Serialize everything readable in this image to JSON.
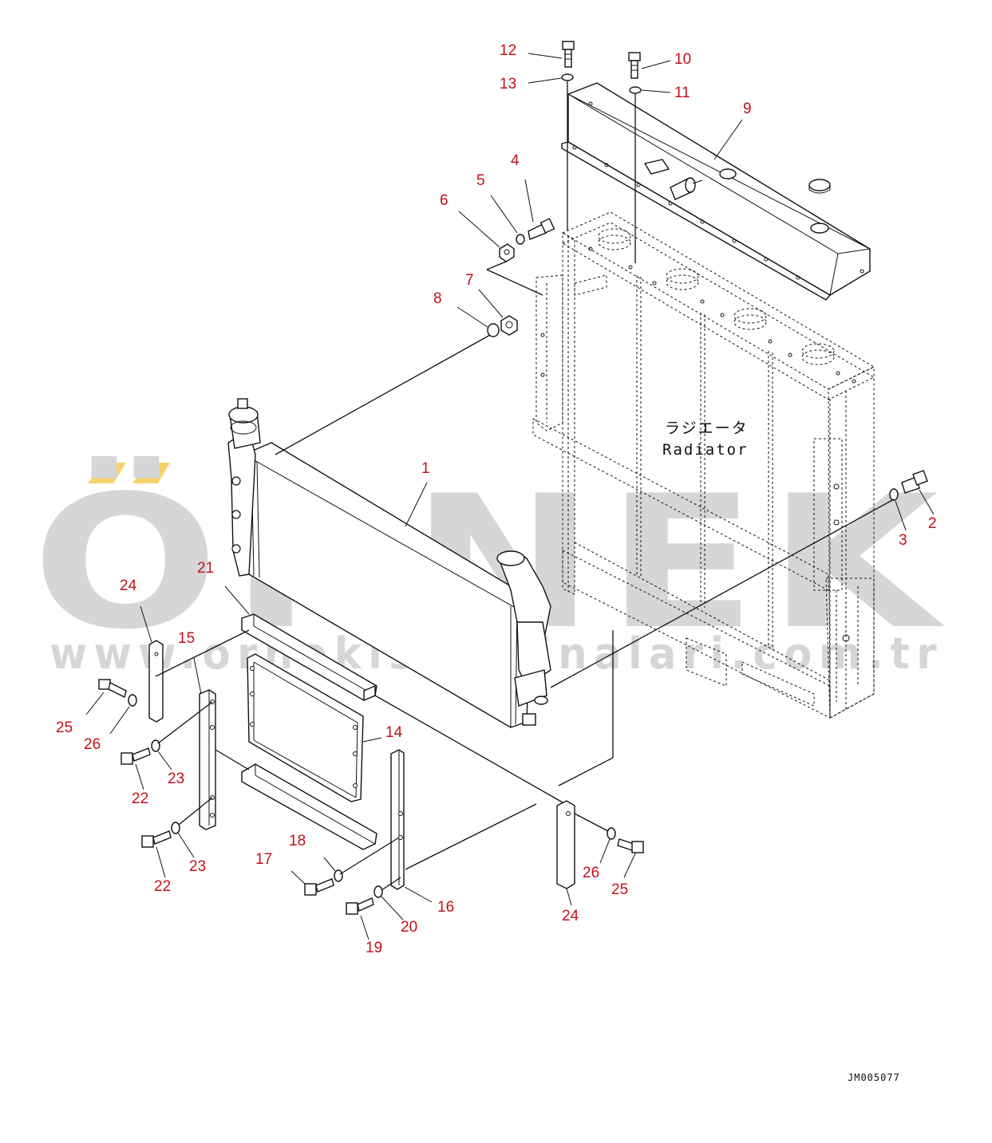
{
  "watermark": {
    "brand": "ÖRNEK",
    "url": "www.ornekismakinalari.com.tr",
    "accent_color": "#f5d26a",
    "text_color": "#d6d6d9"
  },
  "radiator_label": {
    "japanese": "ラジエータ",
    "english": "Radiator"
  },
  "drawing_code": "JM005077",
  "label_color": "#c4101a",
  "callouts": [
    {
      "id": "c1",
      "text": "1"
    },
    {
      "id": "c2",
      "text": "2"
    },
    {
      "id": "c3",
      "text": "3"
    },
    {
      "id": "c4",
      "text": "4"
    },
    {
      "id": "c5",
      "text": "5"
    },
    {
      "id": "c6",
      "text": "6"
    },
    {
      "id": "c7",
      "text": "7"
    },
    {
      "id": "c8",
      "text": "8"
    },
    {
      "id": "c9",
      "text": "9"
    },
    {
      "id": "c10",
      "text": "10"
    },
    {
      "id": "c11",
      "text": "11"
    },
    {
      "id": "c12",
      "text": "12"
    },
    {
      "id": "c13",
      "text": "13"
    },
    {
      "id": "c14",
      "text": "14"
    },
    {
      "id": "c15",
      "text": "15"
    },
    {
      "id": "c16",
      "text": "16"
    },
    {
      "id": "c17",
      "text": "17"
    },
    {
      "id": "c18",
      "text": "18"
    },
    {
      "id": "c19",
      "text": "19"
    },
    {
      "id": "c20",
      "text": "20"
    },
    {
      "id": "c21",
      "text": "21"
    },
    {
      "id": "c22a",
      "text": "22"
    },
    {
      "id": "c22b",
      "text": "22"
    },
    {
      "id": "c23a",
      "text": "23"
    },
    {
      "id": "c23b",
      "text": "23"
    },
    {
      "id": "c24a",
      "text": "24"
    },
    {
      "id": "c24b",
      "text": "24"
    },
    {
      "id": "c25a",
      "text": "25"
    },
    {
      "id": "c25b",
      "text": "25"
    },
    {
      "id": "c26a",
      "text": "26"
    },
    {
      "id": "c26b",
      "text": "26"
    }
  ]
}
